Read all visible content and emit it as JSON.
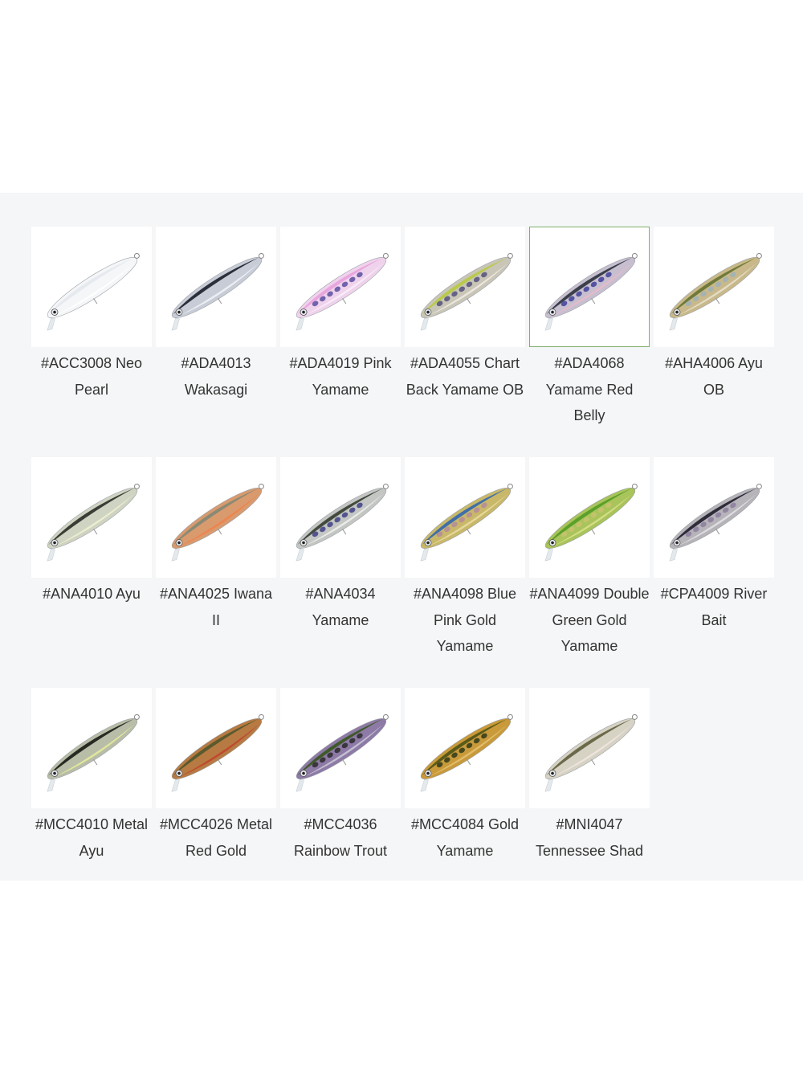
{
  "swatches": [
    {
      "label": "#ACC3008 Neo Pearl",
      "body": "#f4f6f8",
      "back": "#e6e9ee",
      "spots": null,
      "belly": "#ffffff",
      "selected": false
    },
    {
      "label": "#ADA4013 Wakasagi",
      "body": "#c8ccd6",
      "back": "#2b2f3a",
      "spots": null,
      "belly": "#eef2f6",
      "selected": false
    },
    {
      "label": "#ADA4019 Pink Yamame",
      "body": "#efd3ec",
      "back": "#e9a6de",
      "spots": "#5a4fa0",
      "belly": "#f9eef8",
      "selected": false
    },
    {
      "label": "#ADA4055 Chart Back Yamame OB",
      "body": "#c9c6b8",
      "back": "#b9c94a",
      "spots": "#54507a",
      "belly": "#eeeae2",
      "selected": false
    },
    {
      "label": "#ADA4068 Yamame Red Belly",
      "body": "#c7bfcf",
      "back": "#3a3f4a",
      "spots": "#3f3f9a",
      "belly": "#e9b9c9",
      "selected": true
    },
    {
      "label": "#AHA4006 Ayu OB",
      "body": "#c9b98a",
      "back": "#6f7a3a",
      "spots": "#9fb0b8",
      "belly": "#e6e0cc",
      "selected": false
    },
    {
      "label": "#ANA4010 Ayu",
      "body": "#cfd3c2",
      "back": "#3a3d36",
      "spots": null,
      "belly": "#ecefd0",
      "selected": false
    },
    {
      "label": "#ANA4025 Iwana II",
      "body": "#d99a6e",
      "back": "#8a8a74",
      "spots": null,
      "belly": "#f0824a",
      "selected": false
    },
    {
      "label": "#ANA4034 Yamame",
      "body": "#c4c6c4",
      "back": "#444a3e",
      "spots": "#3f3f86",
      "belly": "#eceeea",
      "selected": false
    },
    {
      "label": "#ANA4098 Blue Pink Gold Yamame",
      "body": "#c9b86a",
      "back": "#3f6fa8",
      "spots": "#b58a9a",
      "belly": "#e8dca0",
      "selected": false
    },
    {
      "label": "#ANA4099 Double Green Gold Yamame",
      "body": "#a9c45a",
      "back": "#5aa02a",
      "spots": "#c9c270",
      "belly": "#d8e08a",
      "selected": false
    },
    {
      "label": "#CPA4009 River Bait",
      "body": "#b6b4b8",
      "back": "#2e2c3a",
      "spots": "#8c7ca0",
      "belly": "#e2e0e6",
      "selected": false
    },
    {
      "label": "#MCC4010 Metal Ayu",
      "body": "#b8bda8",
      "back": "#262a22",
      "spots": null,
      "belly": "#e6ea9a",
      "selected": false
    },
    {
      "label": "#MCC4026 Metal Red Gold",
      "body": "#b77a42",
      "back": "#5a5a2e",
      "spots": null,
      "belly": "#c0442e",
      "selected": false
    },
    {
      "label": "#MCC4036 Rainbow Trout",
      "body": "#8e7aa6",
      "back": "#3f5a2a",
      "spots": "#2a2a2a",
      "belly": "#c9c6d6",
      "selected": false
    },
    {
      "label": "#MCC4084 Gold Yamame",
      "body": "#c99a3a",
      "back": "#5a5a1a",
      "spots": "#2e3a1a",
      "belly": "#e6c070",
      "selected": false
    },
    {
      "label": "#MNI4047 Tennessee Shad",
      "body": "#d6d2c4",
      "back": "#6a6a4a",
      "spots": null,
      "belly": "#f0e6e0",
      "selected": false
    }
  ]
}
